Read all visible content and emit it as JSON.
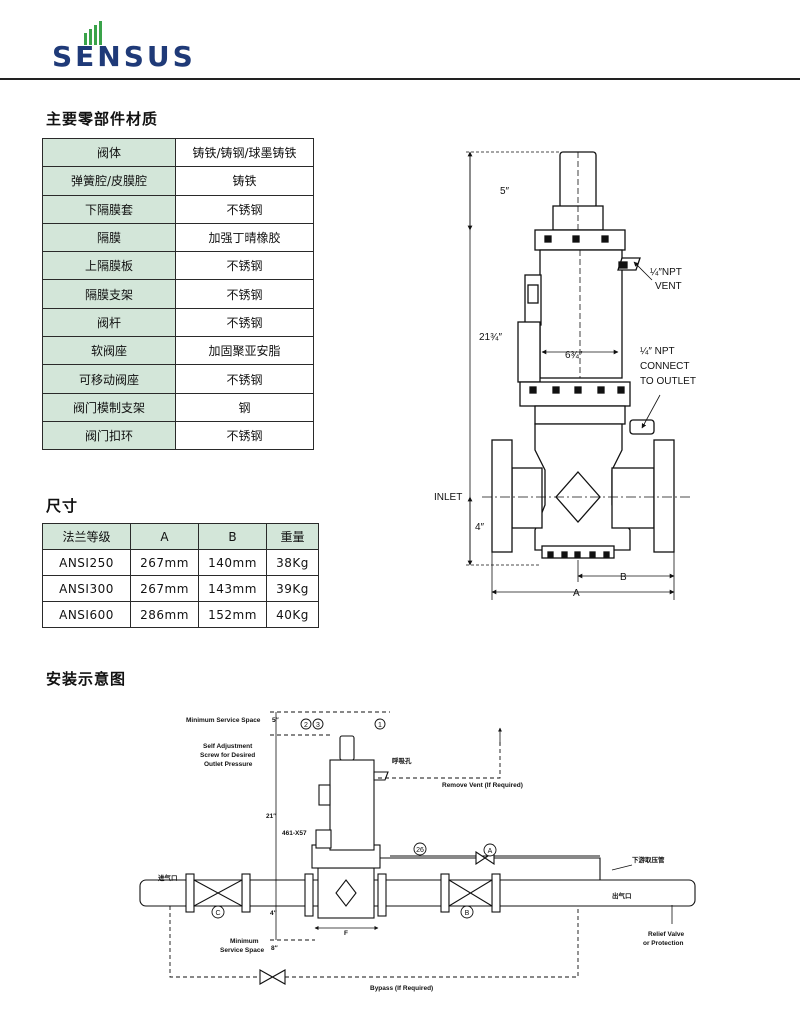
{
  "brand": {
    "name": "SENSUS"
  },
  "sections": {
    "materials_title": "主要零部件材质",
    "dimensions_title": "尺寸",
    "install_title": "安装示意图"
  },
  "materials": [
    {
      "part": "阀体",
      "material": "铸铁/铸钢/球墨铸铁"
    },
    {
      "part": "弹簧腔/皮膜腔",
      "material": "铸铁"
    },
    {
      "part": "下隔膜套",
      "material": "不锈钢"
    },
    {
      "part": "隔膜",
      "material": "加强丁晴橡胶"
    },
    {
      "part": "上隔膜板",
      "material": "不锈钢"
    },
    {
      "part": "隔膜支架",
      "material": "不锈钢"
    },
    {
      "part": "阀杆",
      "material": "不锈钢"
    },
    {
      "part": "软阀座",
      "material": "加固聚亚安脂"
    },
    {
      "part": "可移动阀座",
      "material": "不锈钢"
    },
    {
      "part": "阀门模制支架",
      "material": "钢"
    },
    {
      "part": "阀门扣环",
      "material": "不锈钢"
    }
  ],
  "dimensions": {
    "headers": [
      "法兰等级",
      "A",
      "B",
      "重量"
    ],
    "rows": [
      [
        "ANSI250",
        "267mm",
        "140mm",
        "38Kg"
      ],
      [
        "ANSI300",
        "267mm",
        "143mm",
        "39Kg"
      ],
      [
        "ANSI600",
        "286mm",
        "152mm",
        "40Kg"
      ]
    ]
  },
  "valve_drawing": {
    "dim_top": "5″",
    "dim_height": "21¾″",
    "dim_width": "6¾″",
    "dim_bottom": "4″",
    "inlet": "INLET",
    "vent_1": "¼″NPT",
    "vent_2": "VENT",
    "connect_1": "¼″ NPT",
    "connect_2": "CONNECT",
    "connect_3": "TO OUTLET",
    "dim_a": "A",
    "dim_b": "B"
  },
  "install_drawing": {
    "min_service_top": "Minimum Service Space",
    "dim_5": "5″",
    "callout_2": "2",
    "callout_3": "3",
    "callout_1": "1",
    "self_adj_1": "Self Adjustment",
    "self_adj_2": "Screw for Desired",
    "self_adj_3": "Outlet Pressure",
    "breather": "呼吸孔",
    "remove_vent": "Remove Vent (If Required)",
    "dim_21": "21″",
    "model": "461-X57",
    "callout_26": "26",
    "callout_a": "A",
    "callout_b": "B",
    "callout_c": "C",
    "downstream": "下游取压管",
    "inlet": "进气口",
    "outlet": "出气口",
    "dim_4": "4″",
    "dim_f": "F",
    "dim_8": "8″",
    "min_service_bottom_1": "Minimum",
    "min_service_bottom_2": "Service Space",
    "relief_1": "Relief Valve",
    "relief_2": "or Protection",
    "bypass": "Bypass (If Required)"
  }
}
